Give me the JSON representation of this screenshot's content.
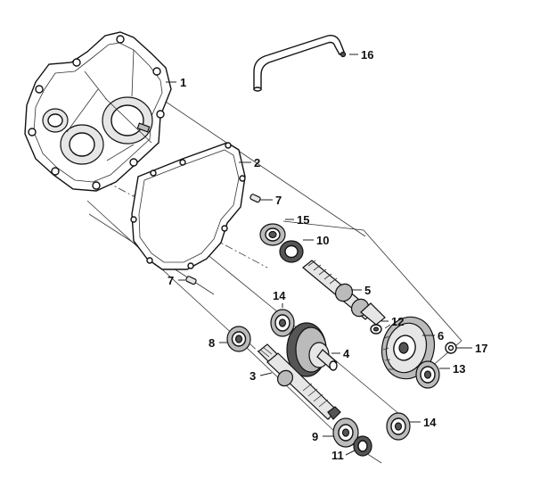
{
  "diagram": {
    "callouts": [
      {
        "id": "1",
        "label": "1"
      },
      {
        "id": "2",
        "label": "2"
      },
      {
        "id": "3",
        "label": "3"
      },
      {
        "id": "4",
        "label": "4"
      },
      {
        "id": "5",
        "label": "5"
      },
      {
        "id": "6",
        "label": "6"
      },
      {
        "id": "7a",
        "label": "7"
      },
      {
        "id": "7b",
        "label": "7"
      },
      {
        "id": "8",
        "label": "8"
      },
      {
        "id": "9",
        "label": "9"
      },
      {
        "id": "10",
        "label": "10"
      },
      {
        "id": "11",
        "label": "11"
      },
      {
        "id": "12",
        "label": "12"
      },
      {
        "id": "13",
        "label": "13"
      },
      {
        "id": "14a",
        "label": "14"
      },
      {
        "id": "14b",
        "label": "14"
      },
      {
        "id": "15",
        "label": "15"
      },
      {
        "id": "16",
        "label": "16"
      },
      {
        "id": "17",
        "label": "17"
      }
    ]
  }
}
